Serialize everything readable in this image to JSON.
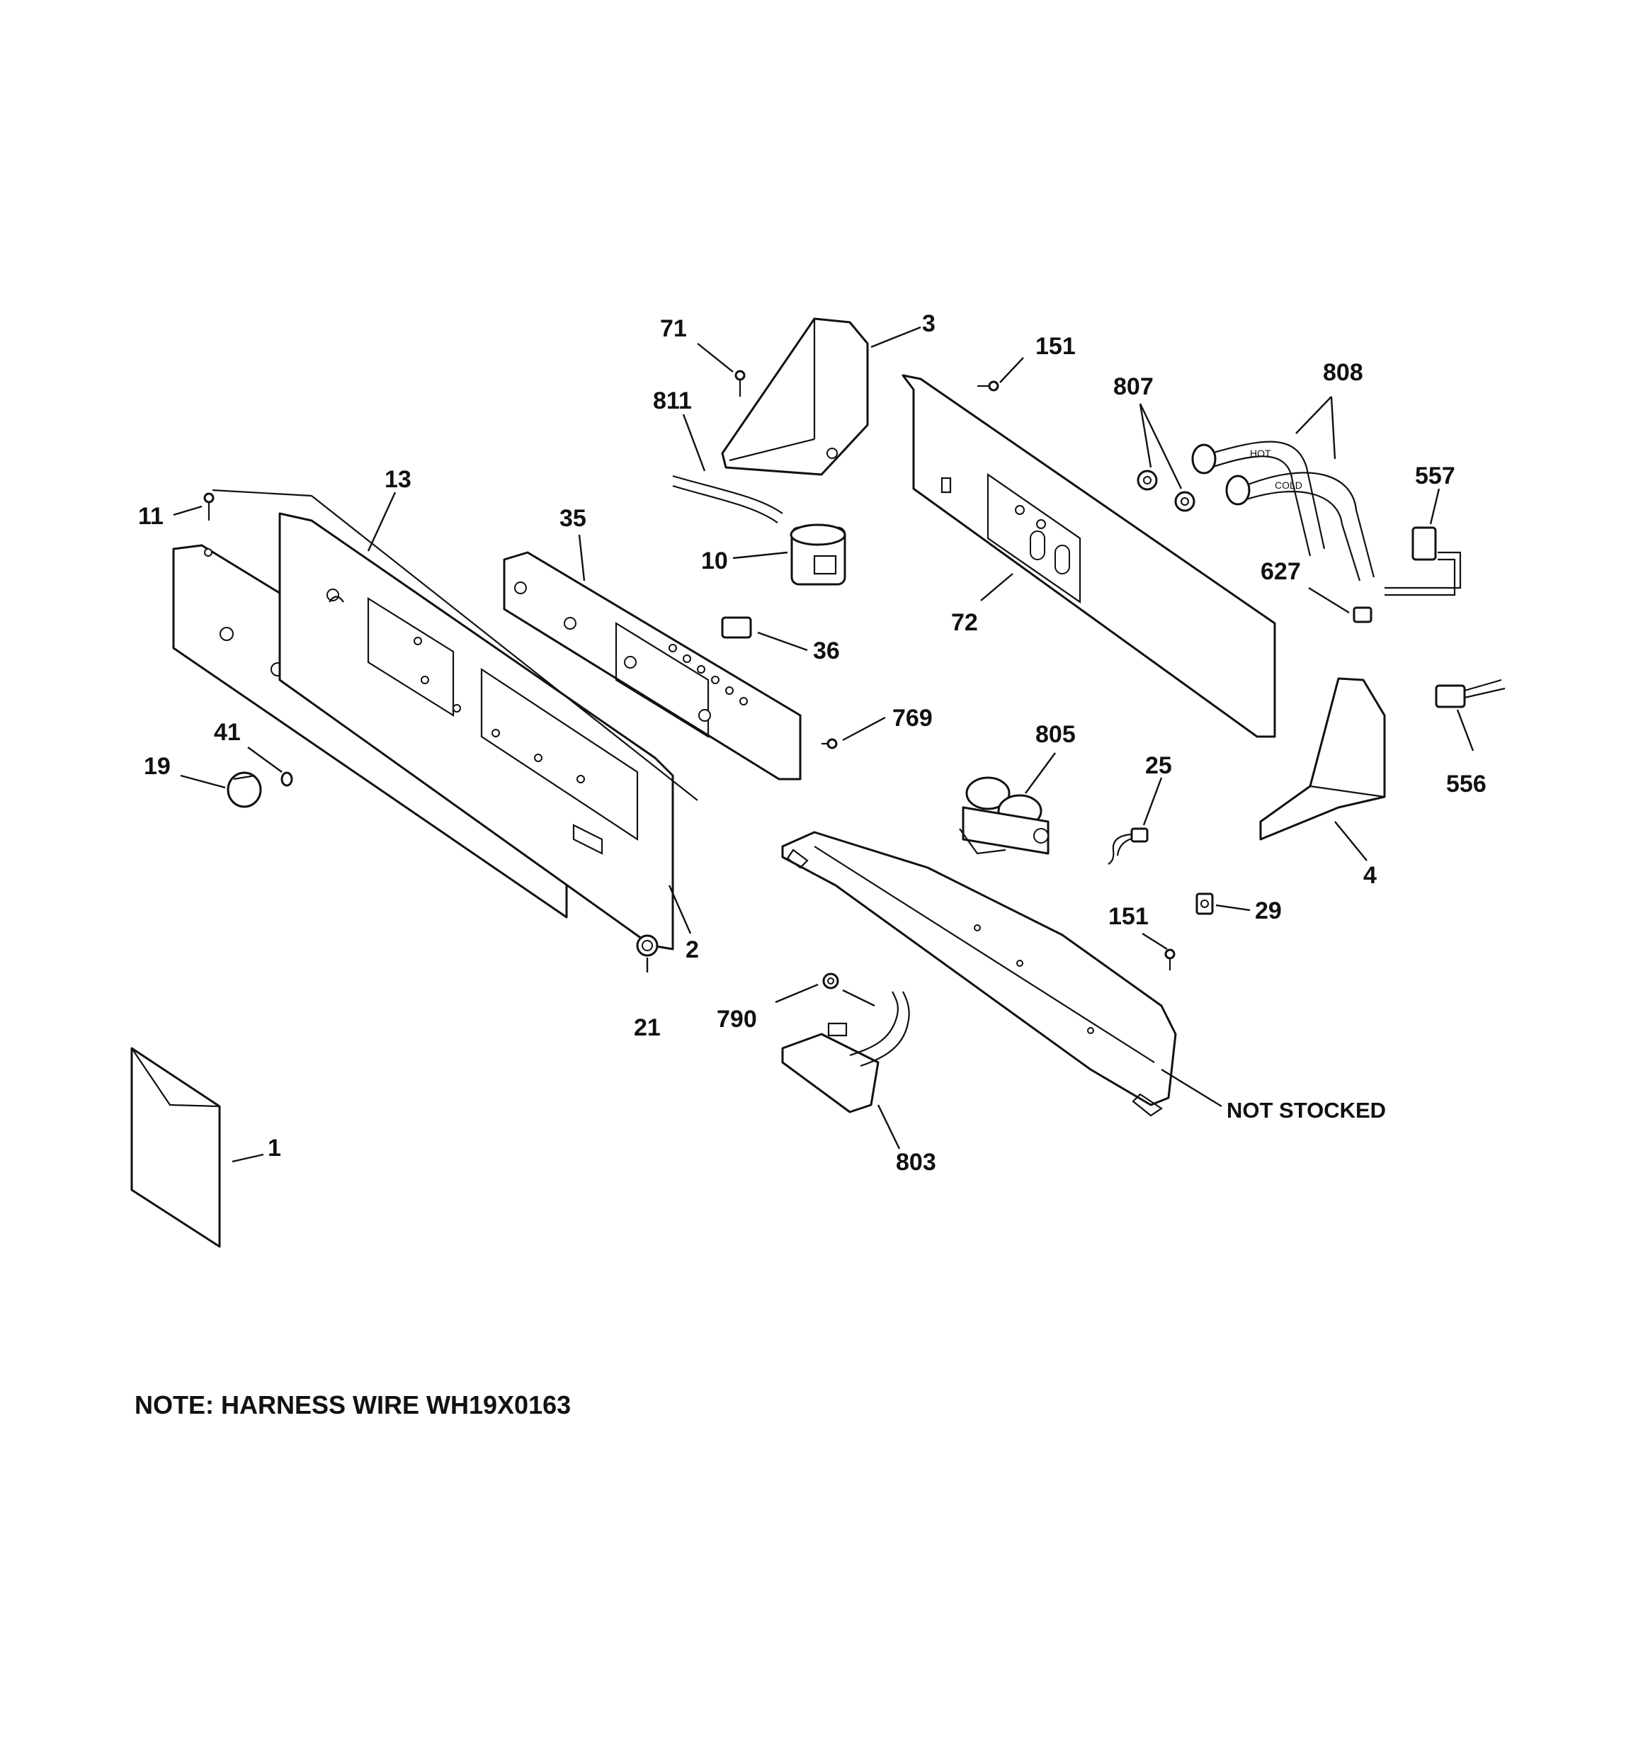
{
  "callouts": {
    "c71": "71",
    "c3": "3",
    "c151a": "151",
    "c808": "808",
    "c807": "807",
    "c811": "811",
    "c13": "13",
    "c11": "11",
    "c35": "35",
    "c10": "10",
    "c557": "557",
    "c627": "627",
    "c72": "72",
    "c36": "36",
    "c769": "769",
    "c805": "805",
    "c25": "25",
    "c41": "41",
    "c19": "19",
    "c556": "556",
    "c4": "4",
    "c29": "29",
    "c151b": "151",
    "c2": "2",
    "c21": "21",
    "c790": "790",
    "c803": "803",
    "c1": "1"
  },
  "labels": {
    "not_stocked": "NOT STOCKED",
    "hot": "HOT",
    "cold": "COLD"
  },
  "note": "NOTE: HARNESS WIRE WH19X0163"
}
